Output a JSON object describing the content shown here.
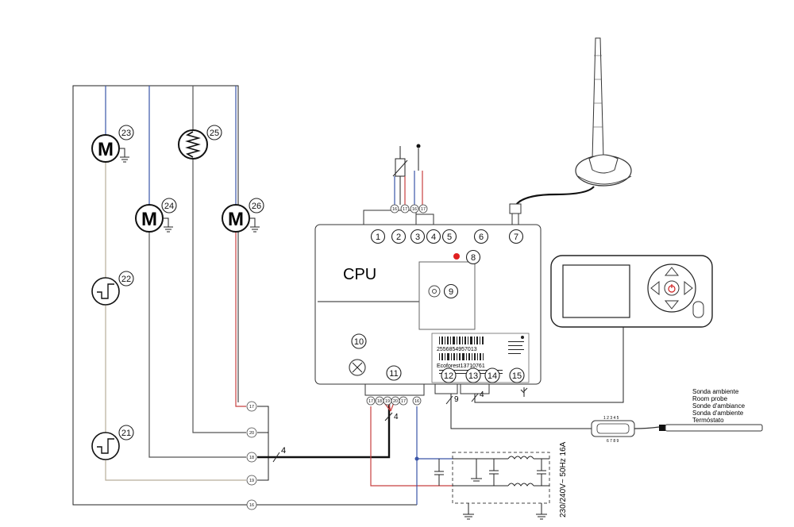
{
  "cpu_label": "CPU",
  "motor_symbol": "M",
  "barcode_text": {
    "serial": "2556854957013",
    "model": "Ecoforest13710761"
  },
  "bus_counts": {
    "left": "4",
    "mid": "4",
    "cpu_bottom": "9",
    "panel": "4"
  },
  "power_label": "230/240V~ 50Hz 16A",
  "probe_labels": [
    "Sonda ambiente",
    "Room probe",
    "Sonde d'ambiance",
    "Sonda d'ambiente",
    "Termóstato"
  ],
  "connector_pins": {
    "top": "1 2 3 4 5",
    "bottom": "6 7 8 9"
  },
  "components": [
    {
      "id": "n23",
      "label": "23"
    },
    {
      "id": "n25",
      "label": "25"
    },
    {
      "id": "n24",
      "label": "24"
    },
    {
      "id": "n26",
      "label": "26"
    },
    {
      "id": "n22",
      "label": "22"
    },
    {
      "id": "n21",
      "label": "21"
    },
    {
      "id": "n1",
      "label": "1"
    },
    {
      "id": "n2",
      "label": "2"
    },
    {
      "id": "n3",
      "label": "3"
    },
    {
      "id": "n4",
      "label": "4"
    },
    {
      "id": "n5",
      "label": "5"
    },
    {
      "id": "n6",
      "label": "6"
    },
    {
      "id": "n7",
      "label": "7"
    },
    {
      "id": "n8",
      "label": "8"
    },
    {
      "id": "n9",
      "label": "9"
    },
    {
      "id": "n10",
      "label": "10"
    },
    {
      "id": "n11",
      "label": "11"
    },
    {
      "id": "n12",
      "label": "12"
    },
    {
      "id": "n13",
      "label": "13"
    },
    {
      "id": "n14",
      "label": "14"
    },
    {
      "id": "n15",
      "label": "15"
    }
  ],
  "terminals_left": [
    {
      "id": "tl17",
      "label": "17"
    },
    {
      "id": "tl20",
      "label": "20"
    },
    {
      "id": "tl18",
      "label": "18"
    },
    {
      "id": "tl19",
      "label": "19"
    },
    {
      "id": "tl16",
      "label": "16"
    }
  ],
  "terminals_cpu_bottom": [
    {
      "id": "tb17a",
      "label": "17"
    },
    {
      "id": "tb18",
      "label": "18"
    },
    {
      "id": "tb19",
      "label": "19"
    },
    {
      "id": "tb20",
      "label": "20"
    },
    {
      "id": "tb17b",
      "label": "17"
    },
    {
      "id": "tb16",
      "label": "16"
    }
  ],
  "terminals_cpu_top": [
    {
      "id": "tt16a",
      "label": "16"
    },
    {
      "id": "tt17a",
      "label": "17"
    },
    {
      "id": "tt16b",
      "label": "16"
    },
    {
      "id": "tt17b",
      "label": "17"
    }
  ]
}
